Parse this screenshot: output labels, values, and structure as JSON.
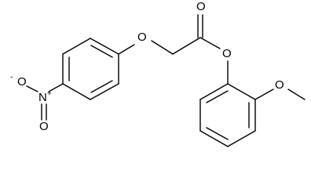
{
  "molecule": {
    "atoms": {
      "phenoxy_oxygen": "O",
      "carbonyl_oxygen": "O",
      "ester_oxygen": "O",
      "methoxy_oxygen": "O",
      "nitro_nitrogen": "N",
      "nitro_nitrogen_charge": "+",
      "nitro_oxygen_top": "O",
      "nitro_oxygen_top_charge": "-",
      "nitro_oxygen_bottom": "O"
    }
  }
}
